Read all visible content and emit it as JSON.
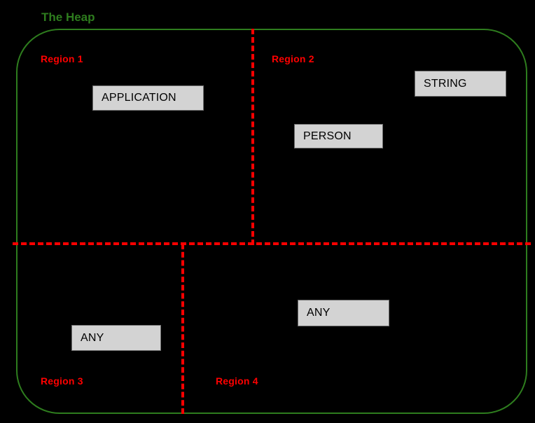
{
  "diagram": {
    "title": "The Heap",
    "title_color": "#2E7D1E",
    "background_color": "#000000",
    "container": {
      "label": "The Heap",
      "border_color": "#2E7D1E",
      "shape": "rounded-rectangle"
    },
    "divider_color": "#FF0000",
    "divider_style": "dashed",
    "regions": [
      {
        "id": "region-1",
        "label": "Region 1",
        "color": "#FF0000",
        "quadrant": "top-left"
      },
      {
        "id": "region-2",
        "label": "Region 2",
        "color": "#FF0000",
        "quadrant": "top-right"
      },
      {
        "id": "region-3",
        "label": "Region 3",
        "color": "#FF0000",
        "quadrant": "bottom-left"
      },
      {
        "id": "region-4",
        "label": "Region 4",
        "color": "#FF0000",
        "quadrant": "bottom-right"
      }
    ],
    "objects": [
      {
        "id": "obj-application",
        "label": "APPLICATION",
        "region": "Region 1",
        "fill": "#D3D3D3",
        "border": "#6E6E6E"
      },
      {
        "id": "obj-string",
        "label": "STRING",
        "region": "Region 2",
        "fill": "#D3D3D3",
        "border": "#6E6E6E"
      },
      {
        "id": "obj-person",
        "label": "PERSON",
        "region": "Region 2",
        "fill": "#D3D3D3",
        "border": "#6E6E6E"
      },
      {
        "id": "obj-any-r3",
        "label": "ANY",
        "region": "Region 3",
        "fill": "#D3D3D3",
        "border": "#6E6E6E"
      },
      {
        "id": "obj-any-r4",
        "label": "ANY",
        "region": "Region 4",
        "fill": "#D3D3D3",
        "border": "#6E6E6E"
      }
    ]
  }
}
